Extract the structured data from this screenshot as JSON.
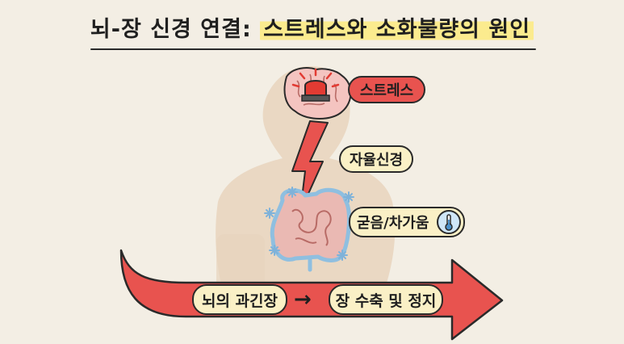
{
  "title": {
    "part1": "뇌-장 신경 연결:",
    "part2": "스트레스와 소화불량의 원인"
  },
  "labels": {
    "stress": "스트레스",
    "autonomic": "자율신경",
    "cold_hard": "굳음/차가움",
    "brain_overload": "뇌의 과긴장",
    "gut_stop": "장 수축 및 정지"
  },
  "flow_arrow": "→",
  "icons": [
    "siren-icon",
    "brain-icon",
    "lightning-icon",
    "intestine-icon",
    "snowflake-icon",
    "thermometer-icon",
    "arrow-icon"
  ],
  "colors": {
    "background": "#f3eee4",
    "alarm_red": "#e8534f",
    "highlight_yellow": "#fbeb8e",
    "pill_cream": "#faf0c6",
    "body_silhouette": "#e7d4bd",
    "ice_blue": "#cfe6f7"
  }
}
